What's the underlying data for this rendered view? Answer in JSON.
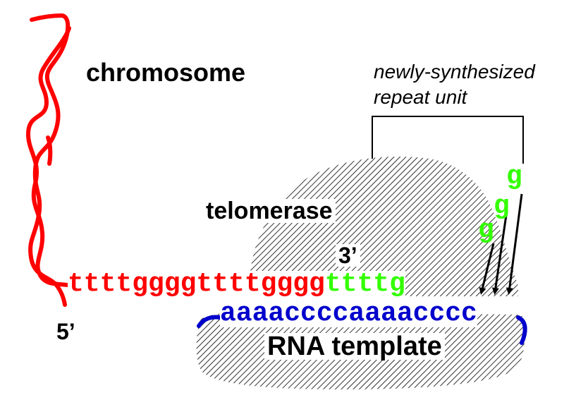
{
  "labels": {
    "chromosome": "chromosome",
    "annotation_line1": "newly-synthesized",
    "annotation_line2": "repeat unit",
    "telomerase": "telomerase",
    "three_prime": "3’",
    "five_prime": "5’",
    "rna_template": "RNA template"
  },
  "sequences": {
    "dna_existing": "ttttggggttttgggg",
    "dna_new": "ttttg",
    "rna": "aaaaccccaaaacccc",
    "incoming_g": [
      "g",
      "g",
      "g"
    ]
  },
  "colors": {
    "chromosome": "#ff0000",
    "dna_existing": "#ff0000",
    "dna_new": "#33ff00",
    "rna": "#0000cc",
    "enzyme_hatch": "#000000",
    "text": "#000000"
  }
}
